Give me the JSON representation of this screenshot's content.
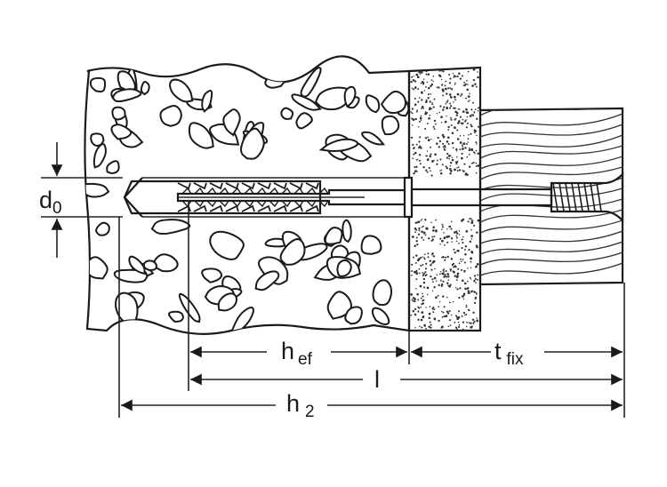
{
  "diagram": {
    "labels": {
      "d0": {
        "main": "d",
        "sub": "0"
      },
      "h_ef": {
        "main": "h",
        "sub": "ef"
      },
      "t_fix": {
        "main": "t",
        "sub": "fix"
      },
      "l": {
        "main": "l"
      },
      "h2": {
        "main": "h",
        "sub": "2"
      }
    }
  }
}
